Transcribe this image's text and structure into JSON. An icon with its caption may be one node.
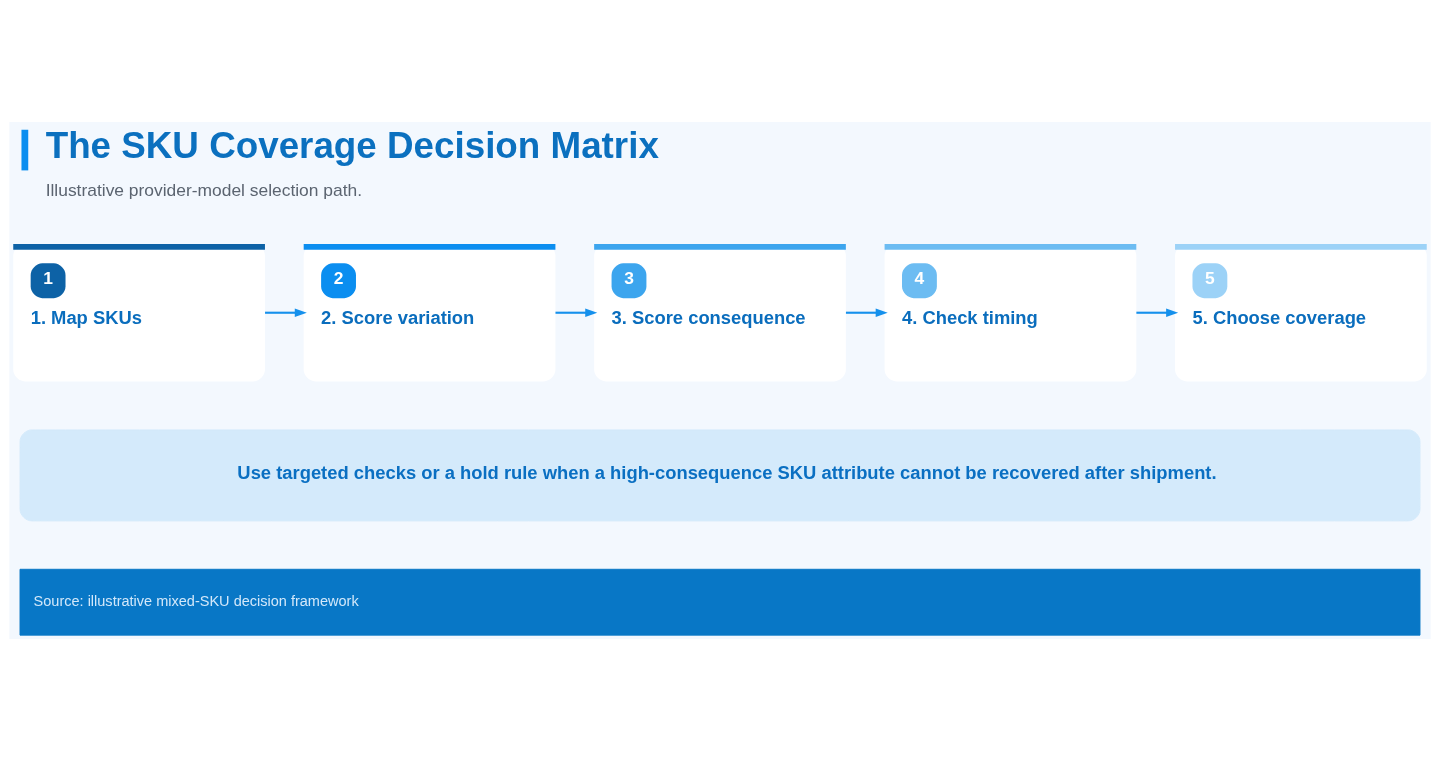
{
  "diagram": {
    "title": "The SKU Coverage Decision Matrix",
    "caption": "Illustrative provider-model selection path.",
    "nodes": [
      {
        "text": [
          "1",
          "1. Map SKUs"
        ]
      },
      {
        "text": [
          "2",
          "2. Score variation"
        ]
      },
      {
        "text": [
          "3",
          "3. Score consequence"
        ]
      },
      {
        "text": [
          "4",
          "4. Check timing"
        ]
      },
      {
        "text": [
          "5",
          "5. Choose coverage"
        ]
      },
      {
        "text": [
          "Use targeted checks or a hold rule when a high-consequence SKU attribute cannot be recovered after shipment."
        ]
      },
      {
        "text": [
          "Source: illustrative mixed-SKU decision framework"
        ]
      }
    ],
    "edges": [
      {
        "from": 0,
        "to": 1,
        "arrow": "to"
      },
      {
        "from": 1,
        "to": 2,
        "arrow": "to"
      },
      {
        "from": 2,
        "to": 3,
        "arrow": "to"
      },
      {
        "from": 3,
        "to": 4,
        "arrow": "to"
      }
    ]
  }
}
